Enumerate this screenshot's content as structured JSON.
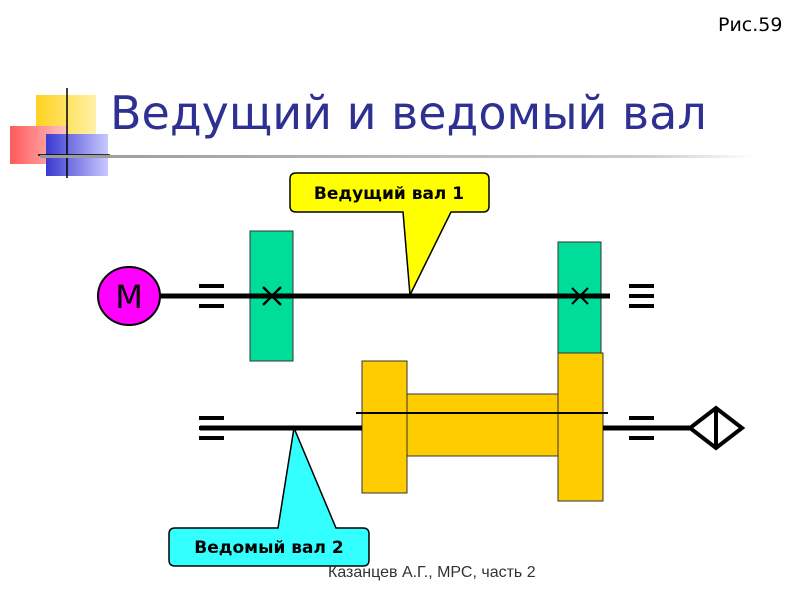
{
  "figure_label": "Рис.59",
  "title": "Ведущий и ведомый вал",
  "diagram": {
    "motor_label": "М",
    "callout_driving": "Ведущий вал 1",
    "callout_driven": "Ведомый вал 2"
  },
  "footer": "Казанцев А.Г., МРС, часть 2",
  "colors": {
    "title": "#2e3192",
    "motor": "#ff00ff",
    "gear_green": "#00dc9a",
    "gear_yellow": "#ffcc00",
    "callout_yellow": "#ffff00",
    "callout_cyan": "#33ffff",
    "deco_yellow": "#ffd21f",
    "deco_red": "#ff5a5a",
    "deco_blue": "#3a3ad0"
  }
}
